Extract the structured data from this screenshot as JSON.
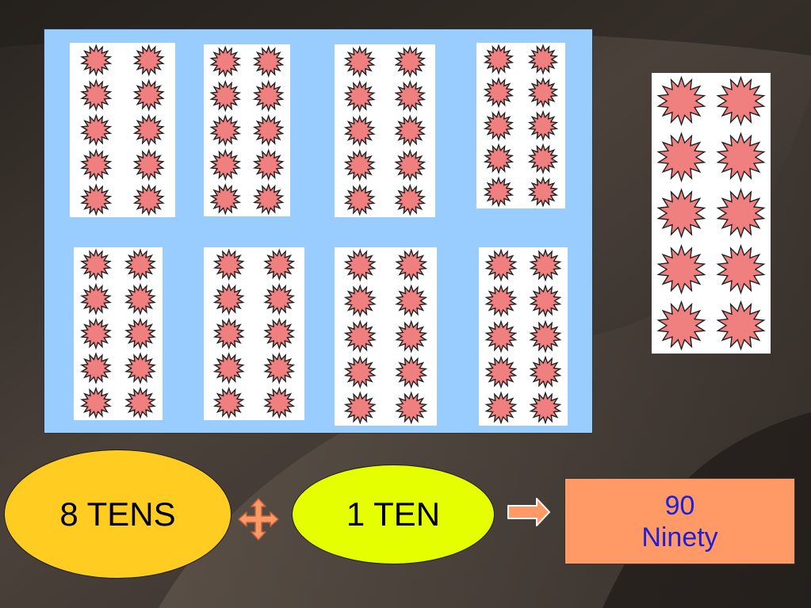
{
  "colors": {
    "panel": "#99ccff",
    "card": "#ffffff",
    "star_fill": "#f08080",
    "star_stroke": "#222222",
    "oval_tens": "#ffcc22",
    "oval_ten": "#e6ff00",
    "arrow_fill": "#ff9966",
    "result_bg": "#ff9966",
    "result_text": "#1f1fd6"
  },
  "groups": {
    "tens_in_panel": 8,
    "extra_ten": 1,
    "stars_per_ten": 10
  },
  "equation": {
    "left_label": "8 TENS",
    "operator_icon": "four-way-arrow-icon",
    "right_label": "1 TEN",
    "result_icon": "right-arrow-icon",
    "result_number": "90",
    "result_word": "Ninety"
  }
}
